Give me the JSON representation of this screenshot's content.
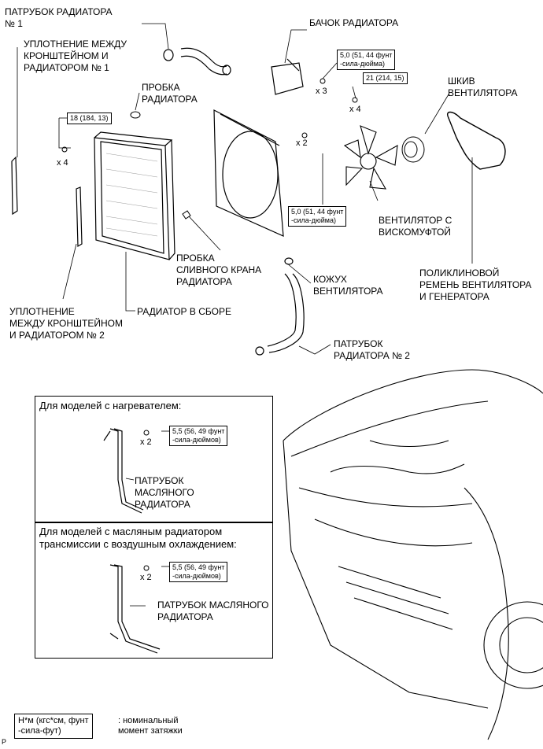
{
  "labels": {
    "hose1": "ПАТРУБОК РАДИАТОРА\n№ 1",
    "seal1": "УПЛОТНЕНИЕ МЕЖДУ\nКРОНШТЕЙНОМ И\nРАДИАТОРОМ № 1",
    "cap": "ПРОБКА\nРАДИАТОРА",
    "tank": "БАЧОК РАДИАТОРА",
    "pulley": "ШКИВ\nВЕНТИЛЯТОРА",
    "fan": "ВЕНТИЛЯТОР С\nВИСКОМУФТОЙ",
    "belt": "ПОЛИКЛИНОВОЙ\nРЕМЕНЬ ВЕНТИЛЯТОРА\nИ ГЕНЕРАТОРА",
    "drain": "ПРОБКА\nСЛИВНОГО КРАНА\nРАДИАТОРА",
    "shroud": "КОЖУХ\nВЕНТИЛЯТОРА",
    "radiator": "РАДИАТОР В СБОРЕ",
    "seal2": "УПЛОТНЕНИЕ\nМЕЖДУ КРОНШТЕЙНОМ\nИ РАДИАТОРОМ № 2",
    "hose2": "ПАТРУБОК\nРАДИАТОРА № 2",
    "oil_hose_a": "ПАТРУБОК\nМАСЛЯНОГО\nРАДИАТОРА",
    "oil_hose_b": "ПАТРУБОК МАСЛЯНОГО\nРАДИАТОРА"
  },
  "torque": {
    "tank": "5,0 (51, 44 фунт\n-сила-дюйма)",
    "fan": "21 (214, 15)",
    "radiator": "18 (184, 13)",
    "shroud": "5,0 (51, 44 фунт\n-сила-дюйма)",
    "panel_a": "5,5 (56, 49 фунт\n-сила-дюймов)",
    "panel_b": "5,5 (56, 49 фунт\n-сила-дюймов)"
  },
  "qty": {
    "tank": "x 3",
    "fan": "x 4",
    "radiator": "x 4",
    "shroud": "x 2",
    "panel_a": "x 2",
    "panel_b": "x 2"
  },
  "panels": {
    "a_title": "Для моделей с нагревателем:",
    "b_title": "Для моделей с масляным радиатором\nтрансмиссии с воздушным охлаждением:"
  },
  "legend": {
    "unit": "Н*м (кгс*см, фунт\n-сила-фут)",
    "desc": ": номинальный\nмомент затяжки"
  },
  "corner": "P"
}
